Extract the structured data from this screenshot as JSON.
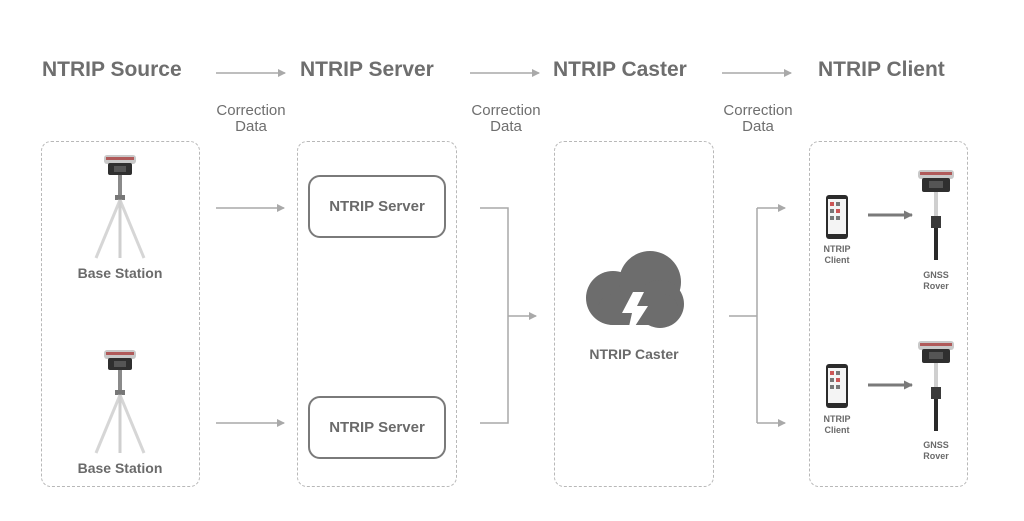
{
  "headers": {
    "source": "NTRIP Source",
    "server": "NTRIP Server",
    "caster": "NTRIP Caster",
    "client": "NTRIP Client"
  },
  "correction": {
    "line1": "Correction",
    "line2": "Data"
  },
  "source_panel": {
    "station_top": "Base Station",
    "station_bottom": "Base Station"
  },
  "server_panel": {
    "box_top": "NTRIP Server",
    "box_bottom": "NTRIP Server"
  },
  "caster_panel": {
    "label": "NTRIP Caster",
    "icon": "cloud-lightning-icon"
  },
  "client_panel": {
    "client_label_top_1": "NTRIP",
    "client_label_top_2": "Client",
    "client_label_bottom_1": "NTRIP",
    "client_label_bottom_2": "Client",
    "rover_label_top_1": "GNSS",
    "rover_label_top_2": "Rover",
    "rover_label_bottom_1": "GNSS",
    "rover_label_bottom_2": "Rover"
  },
  "colors": {
    "text": "#6e6e6e",
    "arrow": "#a9a9a9",
    "dashed_border": "#b8b8b8",
    "cloud": "#6d6d6d",
    "receiver_accent": "#b05a5a"
  }
}
